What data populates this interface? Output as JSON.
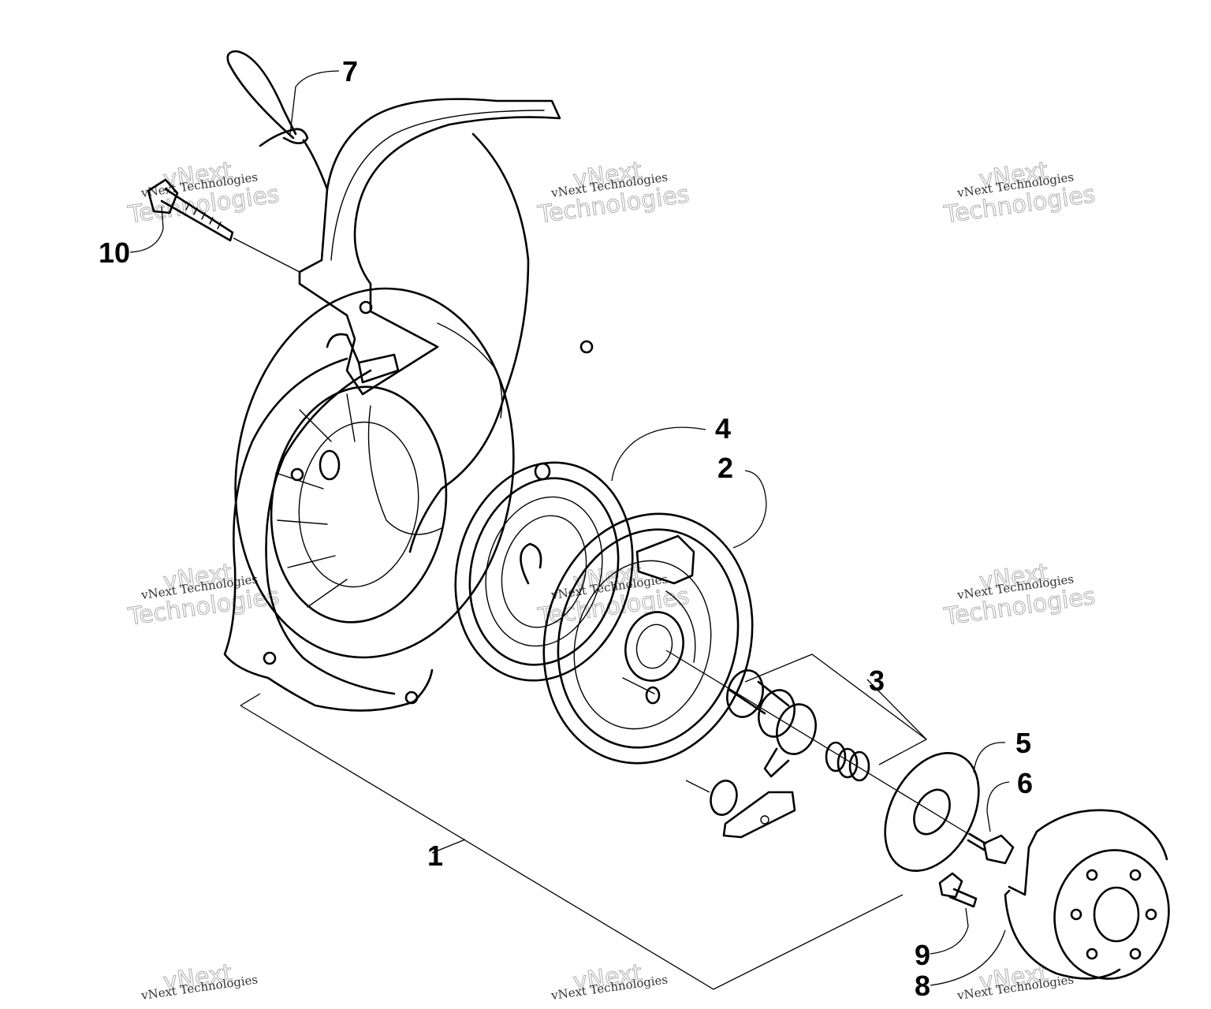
{
  "callouts": [
    {
      "id": "c1",
      "label": "1"
    },
    {
      "id": "c2",
      "label": "2"
    },
    {
      "id": "c3",
      "label": "3"
    },
    {
      "id": "c4",
      "label": "4"
    },
    {
      "id": "c5",
      "label": "5"
    },
    {
      "id": "c6",
      "label": "6"
    },
    {
      "id": "c7",
      "label": "7"
    },
    {
      "id": "c8",
      "label": "8"
    },
    {
      "id": "c9",
      "label": "9"
    },
    {
      "id": "c10",
      "label": "10"
    }
  ],
  "watermark": {
    "line1": "vNext",
    "line2": "vNext Technologies",
    "line3": "Technologies"
  },
  "colors": {
    "ink": "#000000",
    "background": "#ffffff",
    "watermark": "#b5b5b5"
  }
}
